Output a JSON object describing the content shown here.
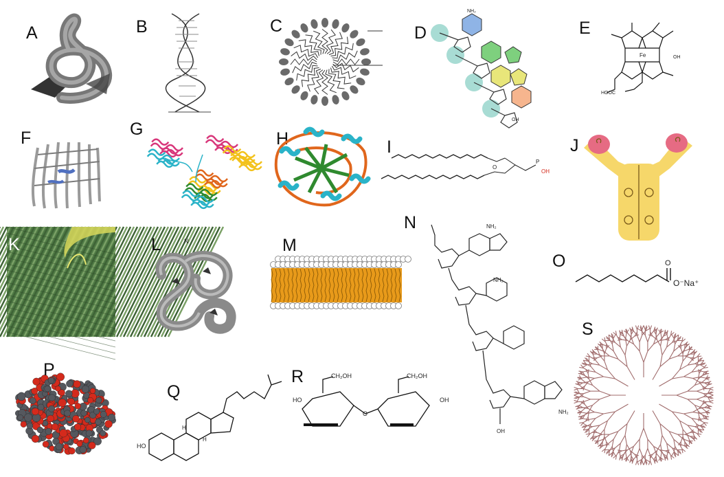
{
  "panels": [
    {
      "id": "A",
      "label": "A"
    },
    {
      "id": "B",
      "label": "B"
    },
    {
      "id": "C",
      "label": "C"
    },
    {
      "id": "D",
      "label": "D"
    },
    {
      "id": "E",
      "label": "E"
    },
    {
      "id": "F",
      "label": "F"
    },
    {
      "id": "G",
      "label": "G"
    },
    {
      "id": "H",
      "label": "H"
    },
    {
      "id": "I",
      "label": "I"
    },
    {
      "id": "J",
      "label": "J"
    },
    {
      "id": "K",
      "label": "K"
    },
    {
      "id": "L",
      "label": "L"
    },
    {
      "id": "M",
      "label": "M"
    },
    {
      "id": "N",
      "label": "N"
    },
    {
      "id": "O",
      "label": "O"
    },
    {
      "id": "P",
      "label": "P"
    },
    {
      "id": "Q",
      "label": "Q"
    },
    {
      "id": "R",
      "label": "R"
    },
    {
      "id": "S",
      "label": "S"
    }
  ],
  "chem": {
    "sodium_salt": "O⁻Na⁺",
    "oh": "OH",
    "ho": "HO",
    "nh2": "NH₂",
    "h": "H",
    "o": "O",
    "n": "N",
    "ch2oh": "CH₂OH",
    "hooc": "HOOC"
  },
  "colors": {
    "protein_gray": "#8a8a8a",
    "helix_cyan": "#2ab3c8",
    "strand_orange": "#e0661c",
    "strand_green": "#2f8a2f",
    "magenta": "#d8367a",
    "yellow": "#f3c21b",
    "oxygen_red": "#d42a1c",
    "carbon_gray": "#55585e",
    "lipid_orange": "#e89a1a",
    "fiber_green": "#5f8a4a",
    "antibody_yellow": "#f6d76a",
    "antibody_pink": "#e66b83",
    "dendrimer": "#a06b6b"
  }
}
